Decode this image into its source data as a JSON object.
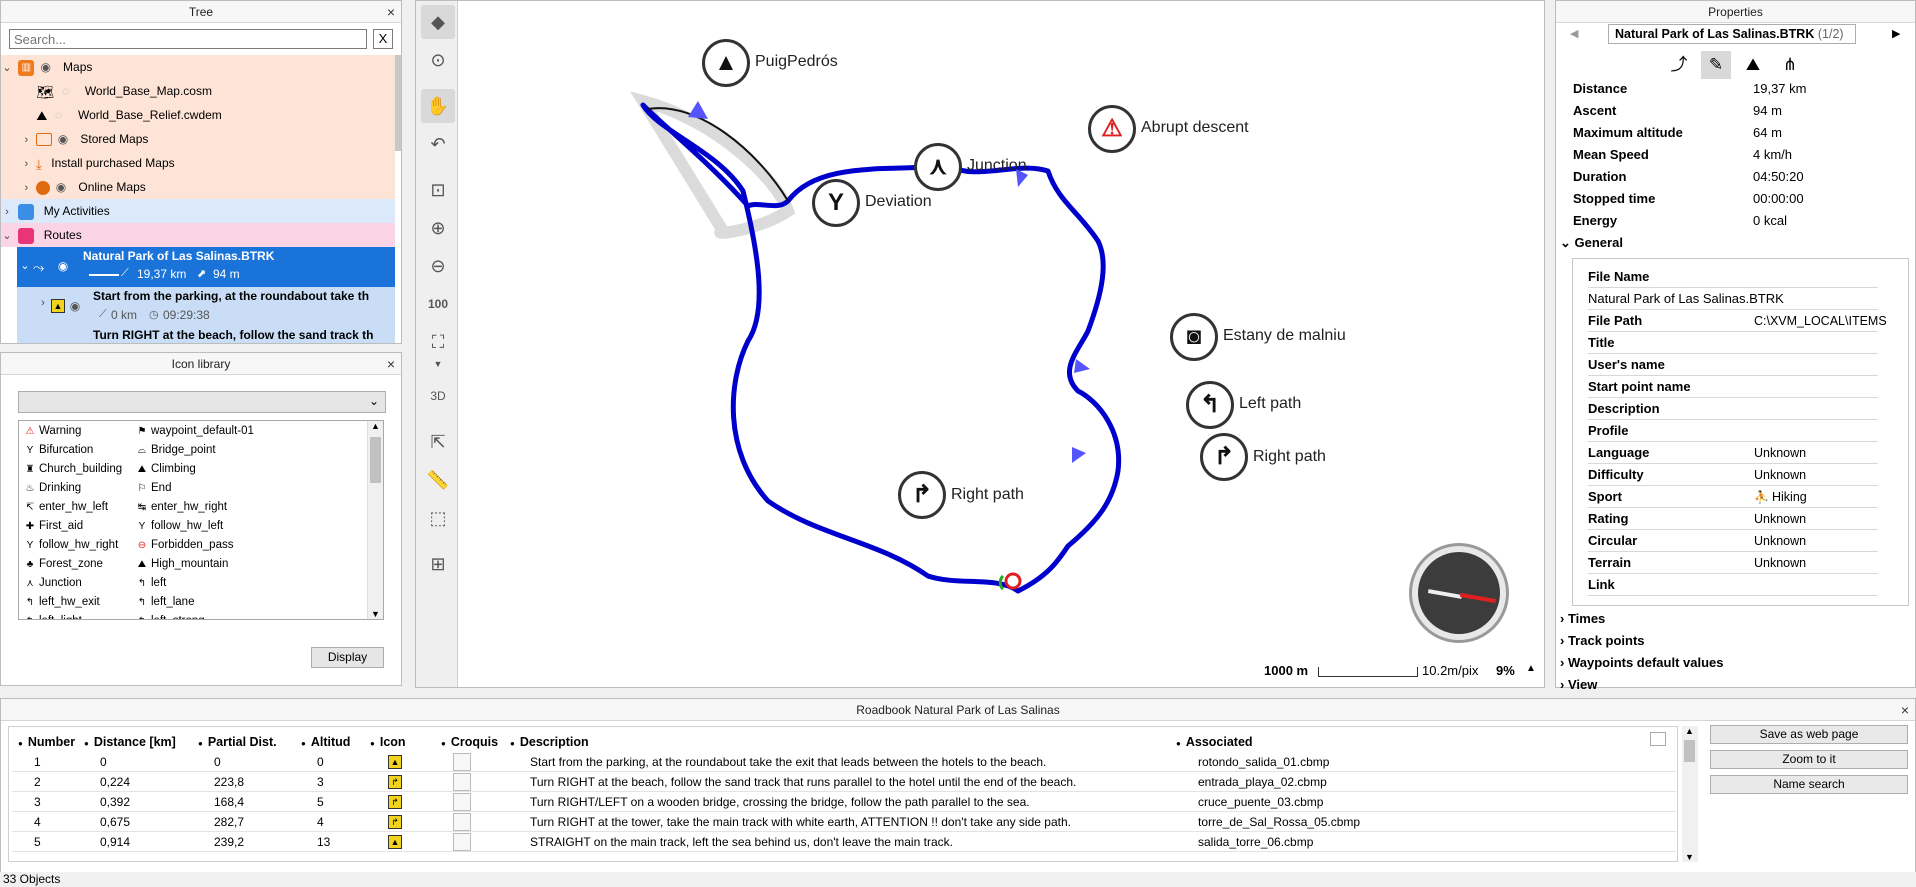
{
  "tree": {
    "title": "Tree",
    "close": "×",
    "search_placeholder": "Search...",
    "search_clear": "X",
    "items": [
      {
        "label": "Maps"
      },
      {
        "label": "World_Base_Map.cosm"
      },
      {
        "label": "World_Base_Relief.cwdem"
      },
      {
        "label": "Stored Maps"
      },
      {
        "label": "Install purchased Maps"
      },
      {
        "label": "Online Maps"
      },
      {
        "label": "My Activities"
      },
      {
        "label": "Routes"
      }
    ],
    "route": {
      "name": "Natural Park of Las Salinas.BTRK",
      "distance": "19,37 km",
      "ascent": "94 m"
    },
    "step1": {
      "text": "Start from the parking, at the roundabout take th",
      "distance": "0 km",
      "time": "09:29:38"
    },
    "step2": {
      "text": "Turn RIGHT at the beach, follow the sand track th"
    }
  },
  "iconlib": {
    "title": "Icon library",
    "close": "×",
    "col1": [
      "Warning",
      "Bifurcation",
      "Church_building",
      "Drinking",
      "enter_hw_left",
      "First_aid",
      "follow_hw_right",
      "Forest_zone",
      "Junction",
      "left_hw_exit",
      "left_light"
    ],
    "col2": [
      "waypoint_default-01",
      "Bridge_point",
      "Climbing",
      "End",
      "enter_hw_right",
      "follow_hw_left",
      "Forbidden_pass",
      "High_mountain",
      "left",
      "left_lane",
      "left_strong"
    ],
    "display_button": "Display"
  },
  "map": {
    "waypoints": [
      {
        "label": "PuigPedrós",
        "icon": "mountain-icon"
      },
      {
        "label": "Deviation",
        "icon": "fork-icon"
      },
      {
        "label": "Junction",
        "icon": "merge-icon"
      },
      {
        "label": "Abrupt descent",
        "icon": "warning-icon"
      },
      {
        "label": "Estany de malniu",
        "icon": "camera-icon"
      },
      {
        "label": "Left path",
        "icon": "turn-left-icon"
      },
      {
        "label": "Right path",
        "icon": "turn-right-icon"
      },
      {
        "label": "Right path",
        "icon": "turn-right-icon"
      }
    ],
    "scale_distance": "1000 m",
    "scale_res": "10.2m/pix",
    "zoom": "9%",
    "route_color": "#0000dd"
  },
  "props": {
    "title": "Properties",
    "file": "Natural Park of Las Salinas.BTRK",
    "page": "(1/2)",
    "stats": [
      {
        "label": "Distance",
        "value": "19,37 km"
      },
      {
        "label": "Ascent",
        "value": "94 m"
      },
      {
        "label": "Maximum altitude",
        "value": "64 m"
      },
      {
        "label": "Mean Speed",
        "value": "4 km/h"
      },
      {
        "label": "Duration",
        "value": "04:50:20"
      },
      {
        "label": "Stopped time",
        "value": "00:00:00"
      },
      {
        "label": "Energy",
        "value": "0 kcal"
      }
    ],
    "general_label": "General",
    "general": [
      {
        "label": "File Name",
        "value": ""
      },
      {
        "label": "Natural Park of Las Salinas.BTRK",
        "value": ""
      },
      {
        "label": "File Path",
        "value": "C:\\XVM_LOCAL\\ITEMS"
      },
      {
        "label": "Title",
        "value": ""
      },
      {
        "label": "User's name",
        "value": ""
      },
      {
        "label": "Start point name",
        "value": ""
      },
      {
        "label": "Description",
        "value": ""
      },
      {
        "label": "Profile",
        "value": ""
      },
      {
        "label": "Language",
        "value": "Unknown"
      },
      {
        "label": "Difficulty",
        "value": "Unknown"
      },
      {
        "label": "Sport",
        "value": "Hiking"
      },
      {
        "label": "Rating",
        "value": "Unknown"
      },
      {
        "label": "Circular",
        "value": "Unknown"
      },
      {
        "label": "Terrain",
        "value": "Unknown"
      },
      {
        "label": "Link",
        "value": ""
      }
    ],
    "sections": [
      "Times",
      "Track points",
      "Waypoints default values",
      "View"
    ]
  },
  "roadbook": {
    "title": "Roadbook Natural Park of Las Salinas",
    "close": "×",
    "columns": [
      "Number",
      "Distance [km]",
      "Partial Dist.",
      "Altitud",
      "Icon",
      "Croquis",
      "Description",
      "Associated"
    ],
    "rows": [
      {
        "n": "1",
        "d": "0",
        "p": "0",
        "a": "0",
        "desc": "Start from the parking, at the roundabout take the exit that leads between the hotels to the beach.",
        "assoc": "rotondo_salida_01.cbmp"
      },
      {
        "n": "2",
        "d": "0,224",
        "p": "223,8",
        "a": "3",
        "desc": "Turn RIGHT at the beach, follow the sand track that runs parallel to the hotel until the end of the beach.",
        "assoc": "entrada_playa_02.cbmp"
      },
      {
        "n": "3",
        "d": "0,392",
        "p": "168,4",
        "a": "5",
        "desc": "Turn RIGHT/LEFT on a wooden bridge, crossing the bridge, follow the path parallel to the sea.",
        "assoc": "cruce_puente_03.cbmp"
      },
      {
        "n": "4",
        "d": "0,675",
        "p": "282,7",
        "a": "4",
        "desc": "Turn RIGHT at the tower, take the main track with white earth, ATTENTION !! don't take any side path.",
        "assoc": "torre_de_Sal_Rossa_05.cbmp"
      },
      {
        "n": "5",
        "d": "0,914",
        "p": "239,2",
        "a": "13",
        "desc": "STRAIGHT on the main track, left the sea behind us, don't leave the main track.",
        "assoc": "salida_torre_06.cbmp"
      }
    ],
    "buttons": [
      "Save as web page",
      "Zoom to it",
      "Name search"
    ]
  },
  "status": {
    "text": "33 Objects"
  }
}
